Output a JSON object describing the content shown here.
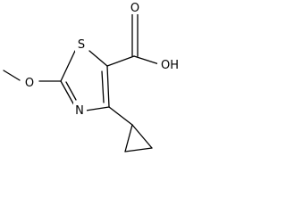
{
  "molecule": {
    "atoms": {
      "sulfur": "S",
      "nitrogen": "N",
      "ring_oxygen": "O",
      "hydroxyl": "OH",
      "carbonyl_oxygen": "O"
    }
  }
}
